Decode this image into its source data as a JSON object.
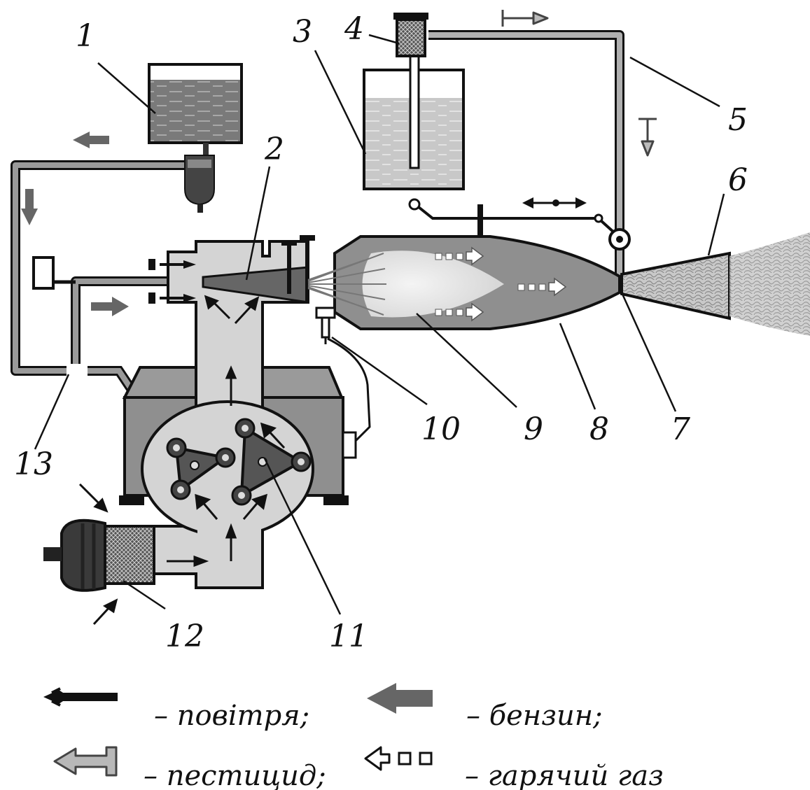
{
  "callouts": {
    "c1": "1",
    "c2": "2",
    "c3": "3",
    "c4": "4",
    "c5": "5",
    "c6": "6",
    "c7": "7",
    "c8": "8",
    "c9": "9",
    "c10": "10",
    "c11": "11",
    "c12": "12",
    "c13": "13"
  },
  "legend": {
    "air": "– повітря;",
    "petrol": "– бензин;",
    "pesticide": "– пестицид;",
    "hot_gas": "– гарячий газ"
  },
  "colors": {
    "outline": "#111111",
    "body_gray": "#8f8f8f",
    "panel_light": "#d4d4d4",
    "pipe_gray": "#9a9a9a",
    "liquid_dark": "#777777",
    "liquid_light": "#c4c4c4",
    "flame": "#e6e6e6",
    "fog": "#b8b8b8"
  }
}
